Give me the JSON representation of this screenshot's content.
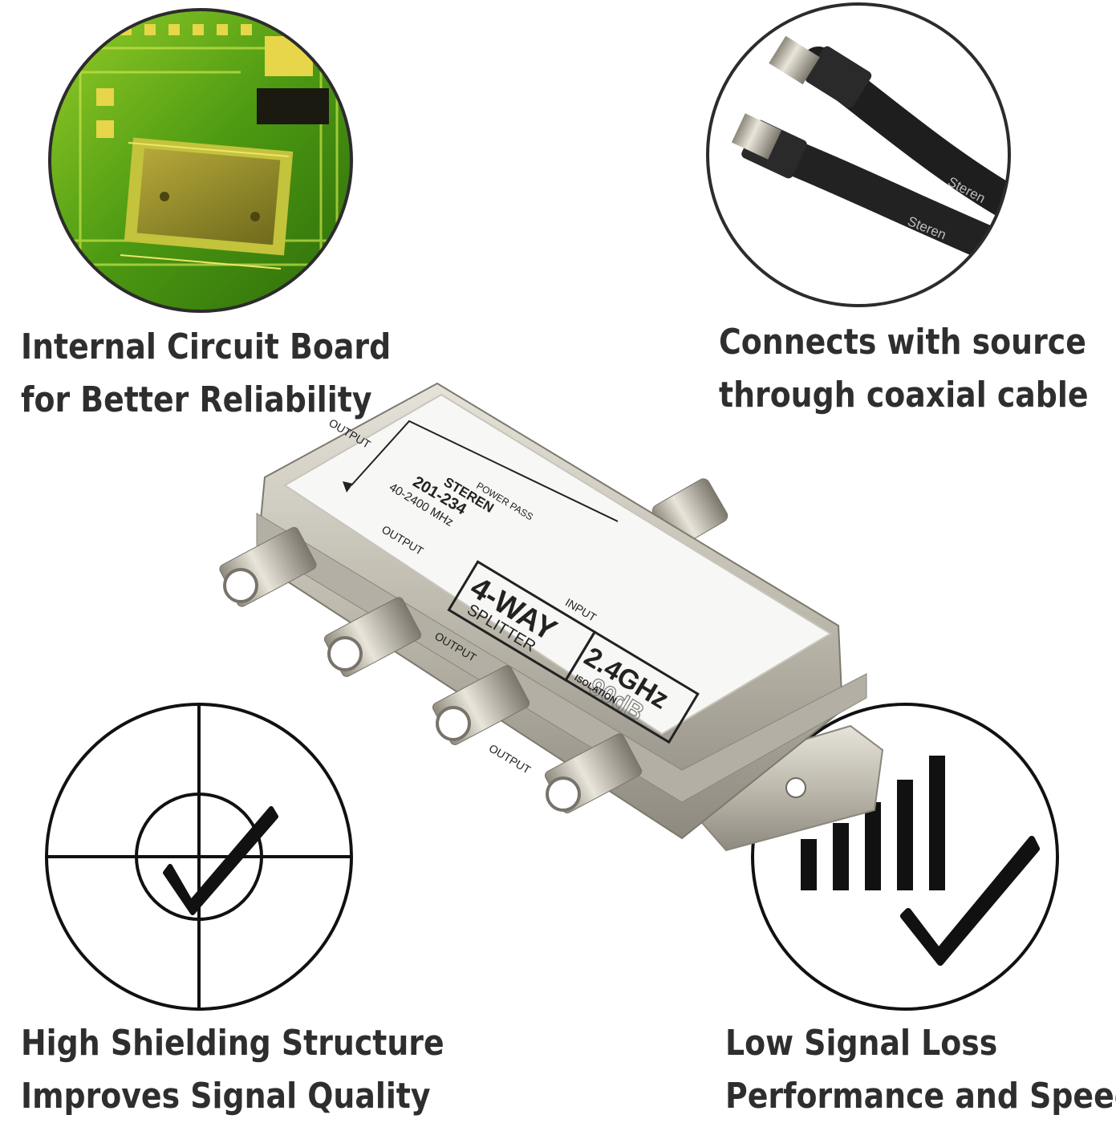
{
  "features": {
    "circuit": {
      "line1": "Internal Circuit Board",
      "line2": "for Better Reliability",
      "icon": "circuit-board-photo"
    },
    "cable": {
      "line1": "Connects with source",
      "line2": "through coaxial cable",
      "icon": "coaxial-cable-photo"
    },
    "shielding": {
      "line1": "High Shielding Structure",
      "line2": "Improves Signal Quality",
      "icon": "crosshair-check-icon"
    },
    "signal": {
      "line1": "Low Signal Loss",
      "line2": "Performance and Speed",
      "icon": "signal-bars-check-icon"
    }
  },
  "product": {
    "brand": "STEREN",
    "model": "201-234",
    "frequency": "40-2400 MHz",
    "power_pass": "POWER PASS",
    "input_label": "INPUT",
    "output_label": "OUTPUT",
    "way": "4-WAY",
    "splitter": "SPLITTER",
    "ghz": "2.4GHz",
    "isolation_value": "90dB",
    "isolation": "ISOLATION",
    "cable_brand": "Steren"
  },
  "colors": {
    "text": "#2e2e2e",
    "board_green": "#7fc31c",
    "metal": "#c9c6bd",
    "cable": "#1c1c1c"
  }
}
